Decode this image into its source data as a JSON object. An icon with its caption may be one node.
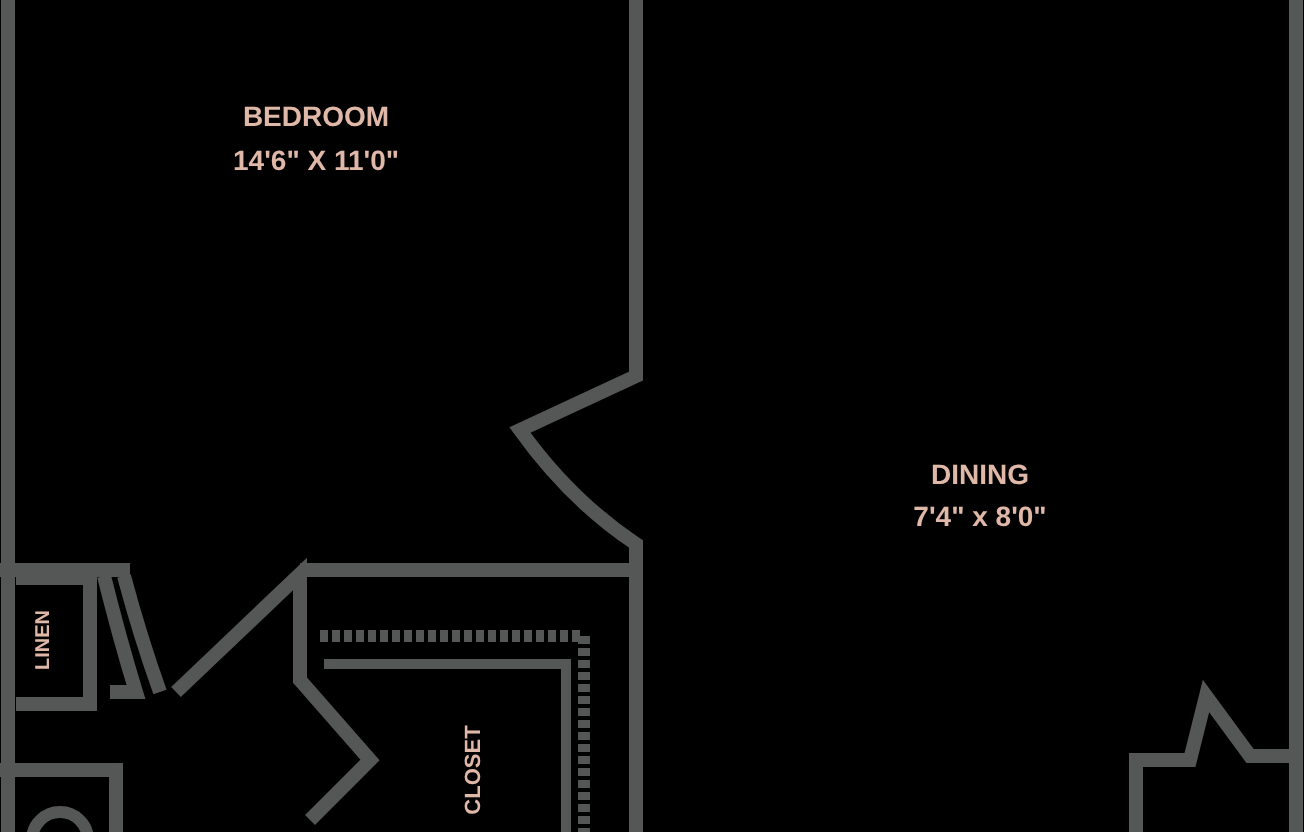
{
  "diagram": {
    "labels": [
      "BEDROOM",
      "14'6\" X 11'0\"",
      "DINING",
      "7'4\" x 8'0\"",
      "LINEN",
      "CLOSET"
    ]
  }
}
